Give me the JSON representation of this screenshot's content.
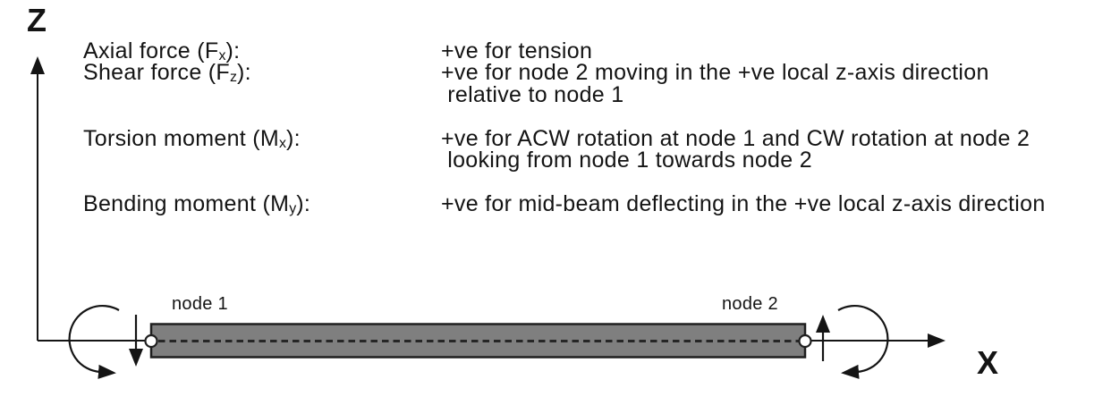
{
  "diagram": {
    "z_axis_label": "Z",
    "x_axis_label": "X",
    "node1_label": "node 1",
    "node2_label": "node 2"
  },
  "sign_convention": {
    "rows": [
      {
        "term_pre": "Axial force (F",
        "term_sub": "x",
        "term_post": "):",
        "desc": [
          "+ve for tension"
        ]
      },
      {
        "term_pre": "Shear force (F",
        "term_sub": "z",
        "term_post": "):",
        "desc": [
          "+ve for node 2 moving in the +ve local z-axis direction",
          " relative to node 1"
        ]
      },
      {
        "term_pre": "Torsion moment (M",
        "term_sub": "x",
        "term_post": "):",
        "desc": [
          "+ve for ACW rotation at node 1 and CW rotation at node 2",
          " looking from node 1 towards node 2"
        ]
      },
      {
        "term_pre": "Bending moment (M",
        "term_sub": "y",
        "term_post": "):",
        "desc": [
          "+ve for mid-beam deflecting in the +ve local z-axis direction"
        ]
      }
    ]
  },
  "colors": {
    "beam_fill": "#7f7f7f",
    "beam_outline": "#1f1f1f",
    "ink": "#141414"
  }
}
